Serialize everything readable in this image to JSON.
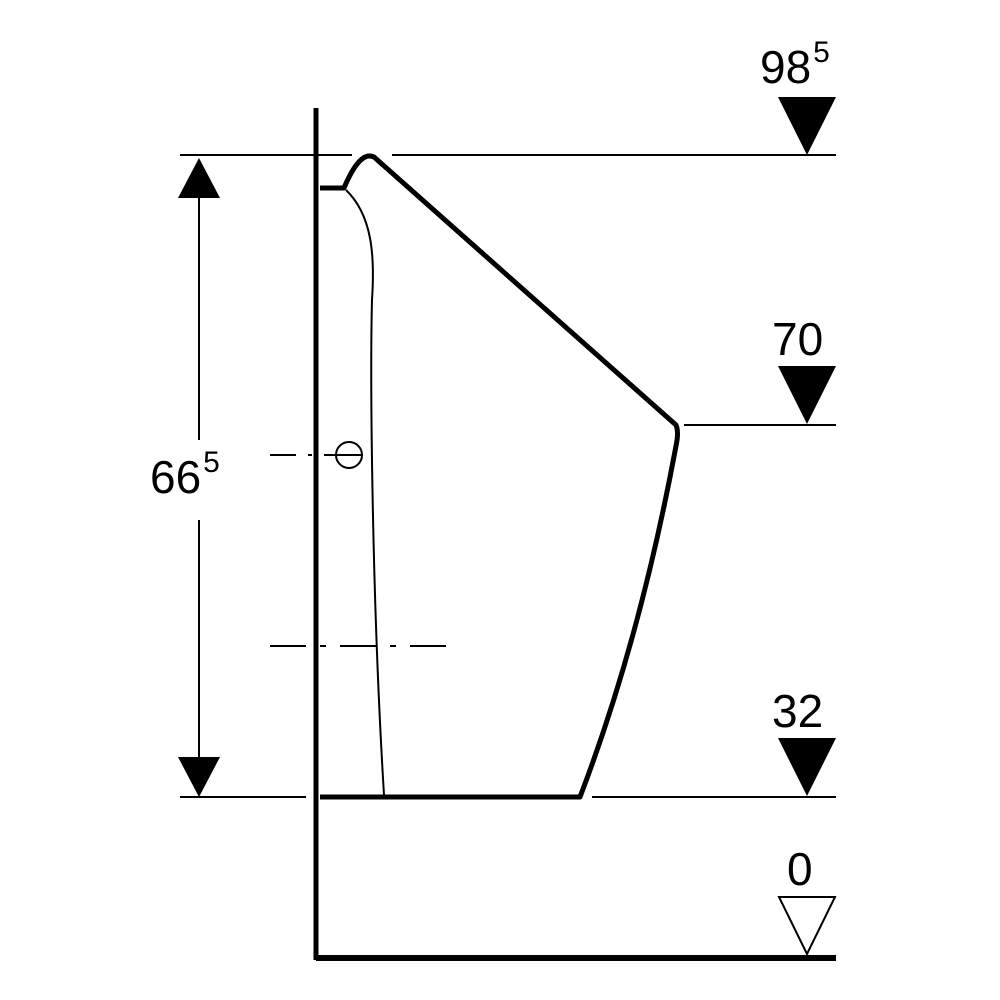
{
  "levels": {
    "top": {
      "main": "98",
      "sup": "5"
    },
    "middle": {
      "main": "70"
    },
    "lower": {
      "main": "32"
    },
    "floor": {
      "main": "0"
    }
  },
  "dimension": {
    "main": "66",
    "sup": "5"
  },
  "colors": {
    "line": "#000000",
    "background": "#ffffff"
  },
  "icons": {
    "level_marker_filled": "down-triangle-filled-icon",
    "level_marker_outline": "down-triangle-outline-icon",
    "dimension_arrow": "arrow-head-icon",
    "drain_symbol": "circle-slash-icon"
  }
}
